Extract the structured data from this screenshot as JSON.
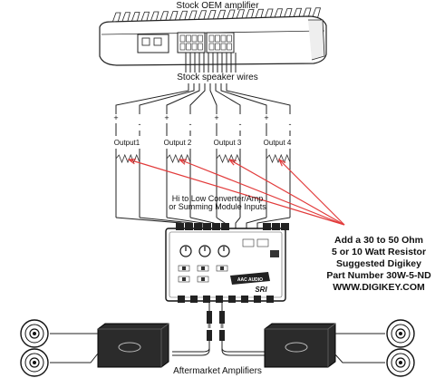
{
  "labels": {
    "oem_amp": "Stock OEM amplifier",
    "speaker_wires": "Stock speaker wires",
    "converter_1": "Hi to Low Converter/Amp",
    "converter_2": "or Summing Module Inputs",
    "aftermarket": "Aftermarket Amplifiers"
  },
  "outputs": [
    {
      "label": "Output1"
    },
    {
      "label": "Output 2"
    },
    {
      "label": "Output 3"
    },
    {
      "label": "Output 4"
    }
  ],
  "polarity": {
    "plus": "+",
    "minus": "-"
  },
  "resistor_note": [
    "Add a 30 to 50 Ohm",
    "5 or 10 Watt Resistor",
    "Suggested Digikey",
    "Part Number 30W-5-ND",
    "WWW.DIGIKEY.COM"
  ],
  "module": {
    "brand": "AAC AUDIO",
    "model": "SRI"
  },
  "colors": {
    "arrow": "#e23b3b",
    "line": "#222222"
  }
}
